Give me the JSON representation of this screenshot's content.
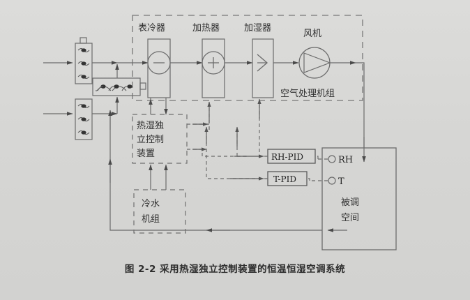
{
  "figure": {
    "caption": "图 2-2 采用热湿独立控制装置的恒温恒湿空调系统",
    "background_color": "#d8d8d6",
    "line_color": "#6b6b6b"
  },
  "ahu": {
    "enclosure_label": "空气处理机组",
    "components": [
      {
        "name": "cooling-coil",
        "label": "表冷器",
        "symbol": "−"
      },
      {
        "name": "heater",
        "label": "加热器",
        "symbol": "+"
      },
      {
        "name": "humidifier",
        "label": "加湿器",
        "symbol": "chevron"
      },
      {
        "name": "fan",
        "label": "风机",
        "symbol": "fan-triangle"
      }
    ]
  },
  "dampers": [
    {
      "name": "fresh-air-damper",
      "blades": 3,
      "orientation": "vertical"
    },
    {
      "name": "mixing-damper",
      "blades": 3,
      "orientation": "horizontal"
    },
    {
      "name": "return-air-damper",
      "blades": 3,
      "orientation": "vertical"
    }
  ],
  "control_device": {
    "label_lines": [
      "热湿独",
      "立控制",
      "装置"
    ],
    "label": "热湿独立控制装置"
  },
  "chiller": {
    "label_lines": [
      "冷水",
      "机组"
    ],
    "label": "冷水机组"
  },
  "controllers": [
    {
      "name": "rh-pid",
      "label": "RH-PID"
    },
    {
      "name": "t-pid",
      "label": "T-PID"
    }
  ],
  "sensors": [
    {
      "name": "rh-sensor",
      "label": "RH"
    },
    {
      "name": "t-sensor",
      "label": "T"
    }
  ],
  "space": {
    "label_lines": [
      "被调",
      "空间"
    ],
    "label": "被调空间"
  }
}
